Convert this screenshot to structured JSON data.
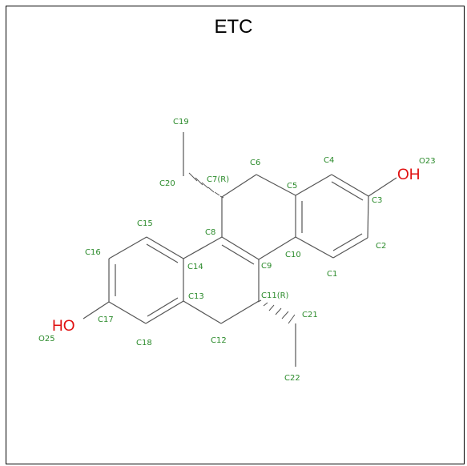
{
  "title": "ETC",
  "colors": {
    "bond": "#555555",
    "atom_label": "#2a8a2a",
    "hydroxyl": "#e01010",
    "frame": "#000000"
  },
  "molecule": {
    "atoms": [
      {
        "id": "C1",
        "label": "C1"
      },
      {
        "id": "C2",
        "label": "C2"
      },
      {
        "id": "C3",
        "label": "C3"
      },
      {
        "id": "C4",
        "label": "C4"
      },
      {
        "id": "C5",
        "label": "C5"
      },
      {
        "id": "C6",
        "label": "C6"
      },
      {
        "id": "C7",
        "label": "C7(R)"
      },
      {
        "id": "C8",
        "label": "C8"
      },
      {
        "id": "C9",
        "label": "C9"
      },
      {
        "id": "C10",
        "label": "C10"
      },
      {
        "id": "C11",
        "label": "C11(R)"
      },
      {
        "id": "C12",
        "label": "C12"
      },
      {
        "id": "C13",
        "label": "C13"
      },
      {
        "id": "C14",
        "label": "C14"
      },
      {
        "id": "C15",
        "label": "C15"
      },
      {
        "id": "C16",
        "label": "C16"
      },
      {
        "id": "C17",
        "label": "C17"
      },
      {
        "id": "C18",
        "label": "C18"
      },
      {
        "id": "C19",
        "label": "C19"
      },
      {
        "id": "C20",
        "label": "C20"
      },
      {
        "id": "C21",
        "label": "C21"
      },
      {
        "id": "C22",
        "label": "C22"
      },
      {
        "id": "O23",
        "label": "O23"
      },
      {
        "id": "O25",
        "label": "O25"
      }
    ],
    "hydroxyl_labels": {
      "top": "OH",
      "bottom": "HO"
    }
  }
}
